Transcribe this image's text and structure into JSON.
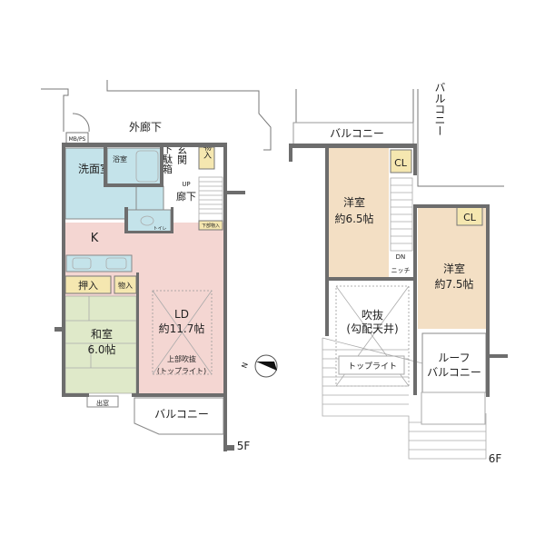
{
  "floor5": {
    "label": "5F",
    "outer_corridor": "外廊下",
    "mbps": "MB/PS",
    "washroom": "洗面室",
    "bathroom": "浴室",
    "shoe_box": "下駄箱",
    "entrance": "玄関",
    "storage_entrance": "物入",
    "up": "UP",
    "hallway": "廊下",
    "toilet": "トイレ",
    "under_stair_storage": "下部物入",
    "kitchen": "K",
    "closet": "押入",
    "storage": "物入",
    "japanese_room": "和室",
    "japanese_room_size": "6.0帖",
    "ld": "LD",
    "ld_size": "約11.7帖",
    "ld_note1": "上部吹抜",
    "ld_note2": "(トップライト)",
    "bay_window": "出窓",
    "balcony": "バルコニー",
    "compass": "N"
  },
  "floor6": {
    "label": "6F",
    "balcony_top": "バルコニー",
    "balcony_side": "バルコニー",
    "western_room1": "洋室",
    "western_room1_size": "約6.5帖",
    "closet1": "CL",
    "closet2": "CL",
    "down": "DN",
    "niche": "ニッチ",
    "western_room2": "洋室",
    "western_room2_size": "約7.5帖",
    "void": "吹抜",
    "void_note": "(勾配天井)",
    "skylight": "トップライト",
    "roof_balcony1": "ルーフ",
    "roof_balcony2": "バルコニー"
  }
}
